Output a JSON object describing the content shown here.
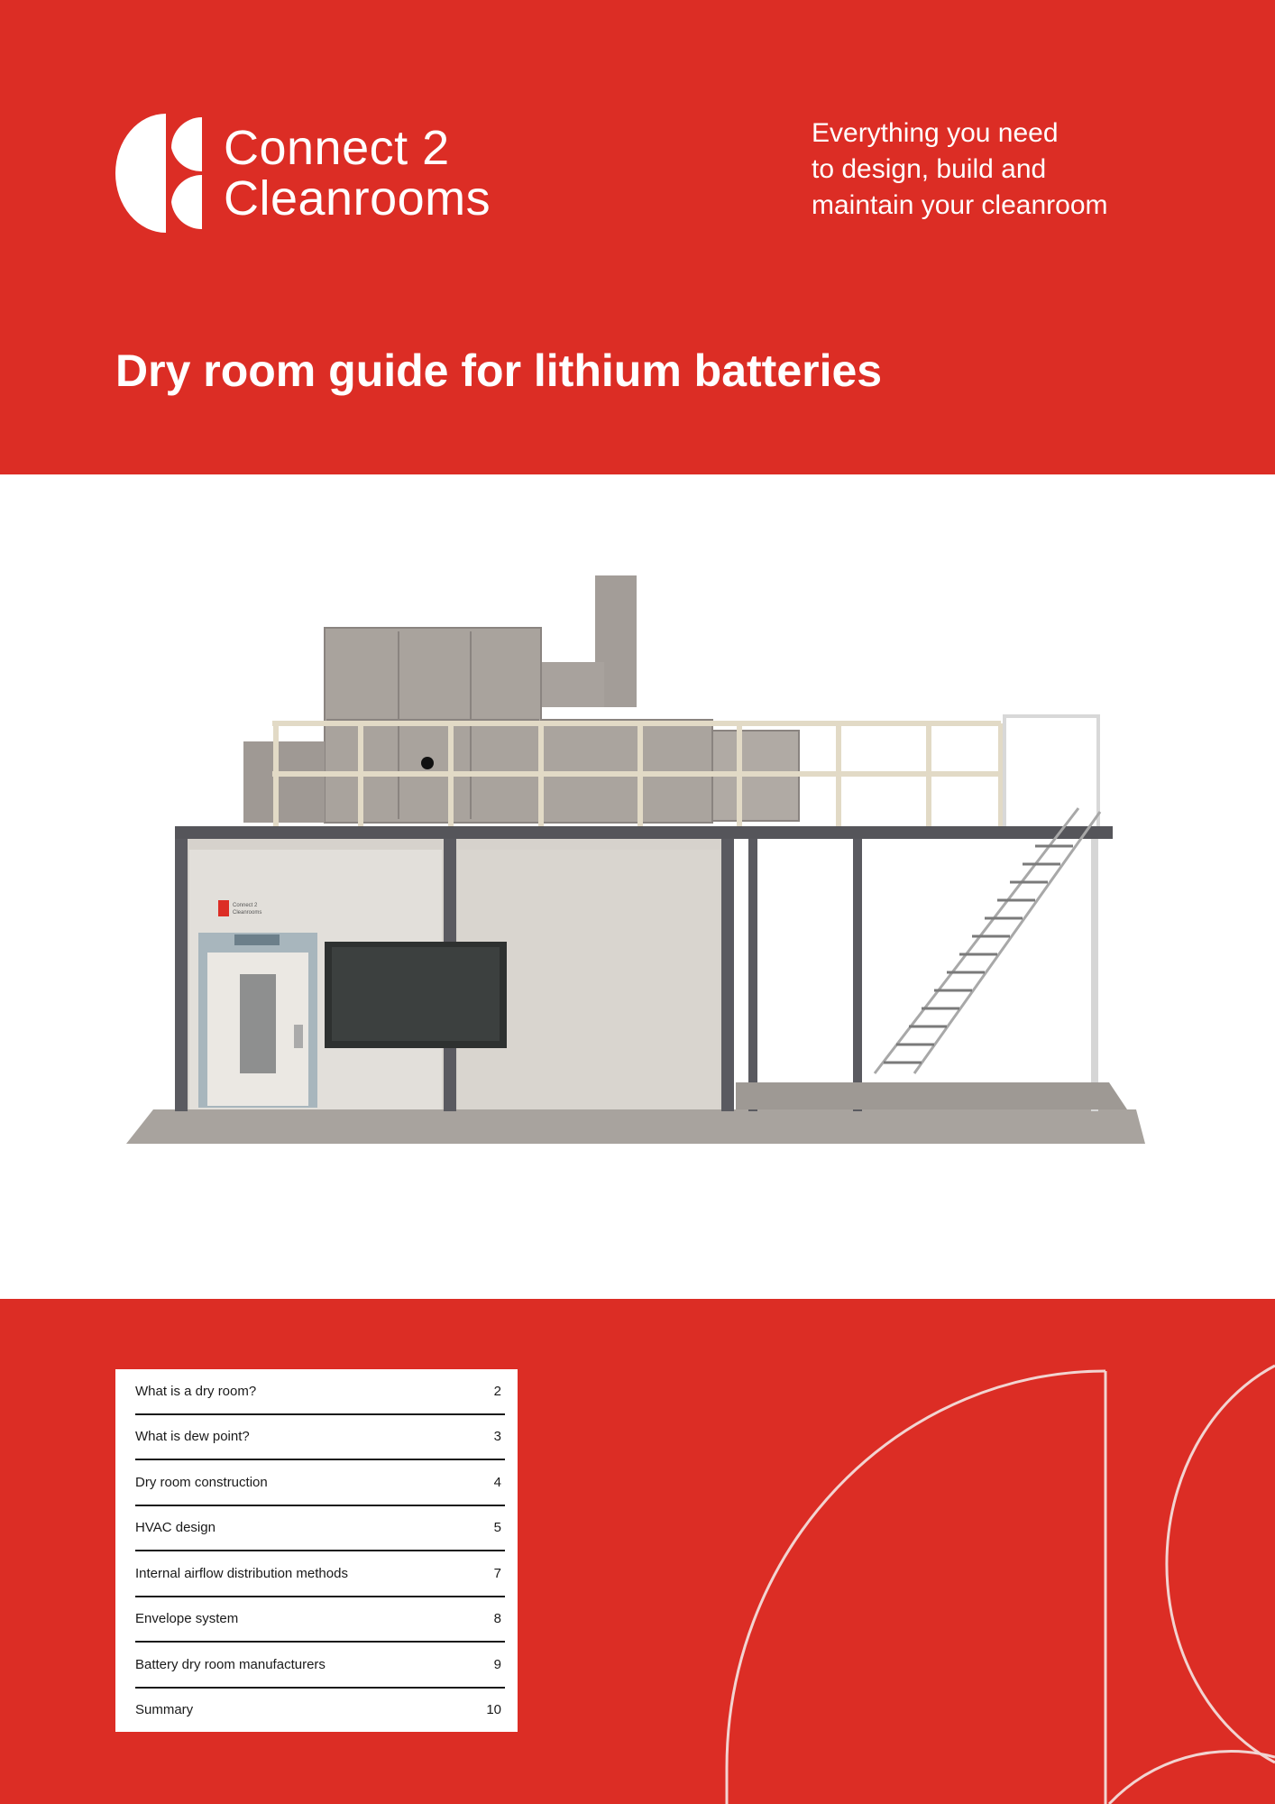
{
  "brand": {
    "name_line1": "Connect 2",
    "name_line2": "Cleanrooms"
  },
  "tagline": {
    "line1": "Everything you need",
    "line2": "to design, build and",
    "line3": "maintain your cleanroom"
  },
  "title": "Dry room guide for lithium batteries",
  "colors": {
    "brand_red": "#dc2d25",
    "white": "#ffffff"
  },
  "hero_image": {
    "sign_line1": "Connect 2",
    "sign_line2": "Cleanrooms"
  },
  "toc": [
    {
      "label": "What is a dry room?",
      "page": "2"
    },
    {
      "label": "What is dew point?",
      "page": "3"
    },
    {
      "label": "Dry room construction",
      "page": "4"
    },
    {
      "label": "HVAC design",
      "page": "5"
    },
    {
      "label": "Internal airflow distribution methods",
      "page": "7"
    },
    {
      "label": "Envelope system",
      "page": "8"
    },
    {
      "label": "Battery dry room manufacturers",
      "page": "9"
    },
    {
      "label": "Summary",
      "page": "10"
    }
  ]
}
